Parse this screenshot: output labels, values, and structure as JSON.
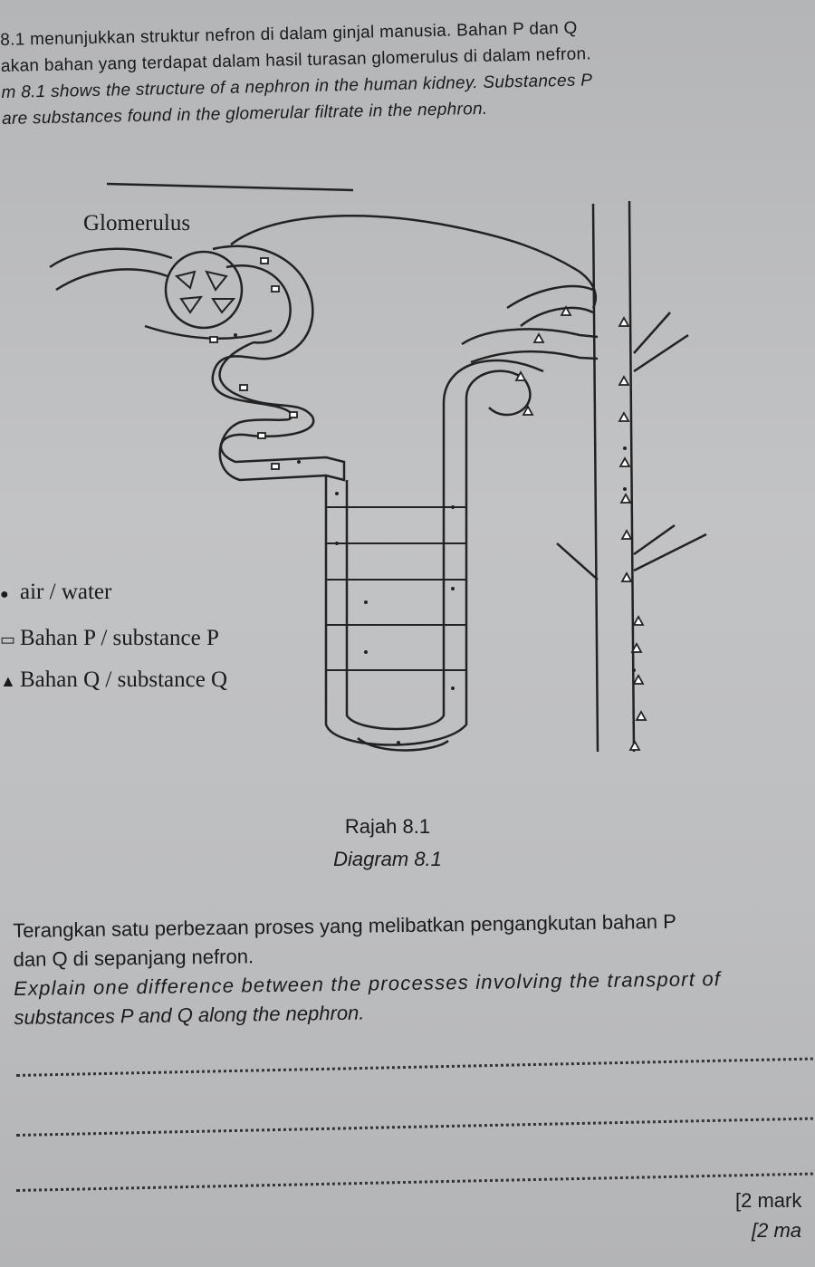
{
  "intro": {
    "line1": "8.1 menunjukkan struktur nefron di dalam ginjal manusia. Bahan P dan Q",
    "line2": "akan bahan yang terdapat dalam hasil turasan glomerulus di dalam nefron.",
    "line3": "m 8.1 shows the structure of a nephron in the human kidney. Substances P",
    "line4": "are substances found in the glomerular filtrate in the nephron."
  },
  "diagram": {
    "glomerulus_label": "Glomerulus",
    "legend": [
      {
        "symbol": "●",
        "icon": "dot-icon",
        "label": "air / water"
      },
      {
        "symbol": "▭",
        "icon": "square-icon",
        "label": "Bahan P / substance P"
      },
      {
        "symbol": "▲",
        "icon": "triangle-icon",
        "label": "Bahan Q / substance Q"
      }
    ],
    "caption_ms": "Rajah 8.1",
    "caption_en": "Diagram 8.1"
  },
  "question": {
    "line1": "Terangkan satu perbezaan proses yang melibatkan pengangkutan bahan P",
    "line2": "dan Q di sepanjang nefron.",
    "line3": "Explain one difference between the processes involving the transport of",
    "line4": "substances P and Q along the nephron."
  },
  "marks": {
    "ms": "[2 mark",
    "en": "[2 ma"
  }
}
